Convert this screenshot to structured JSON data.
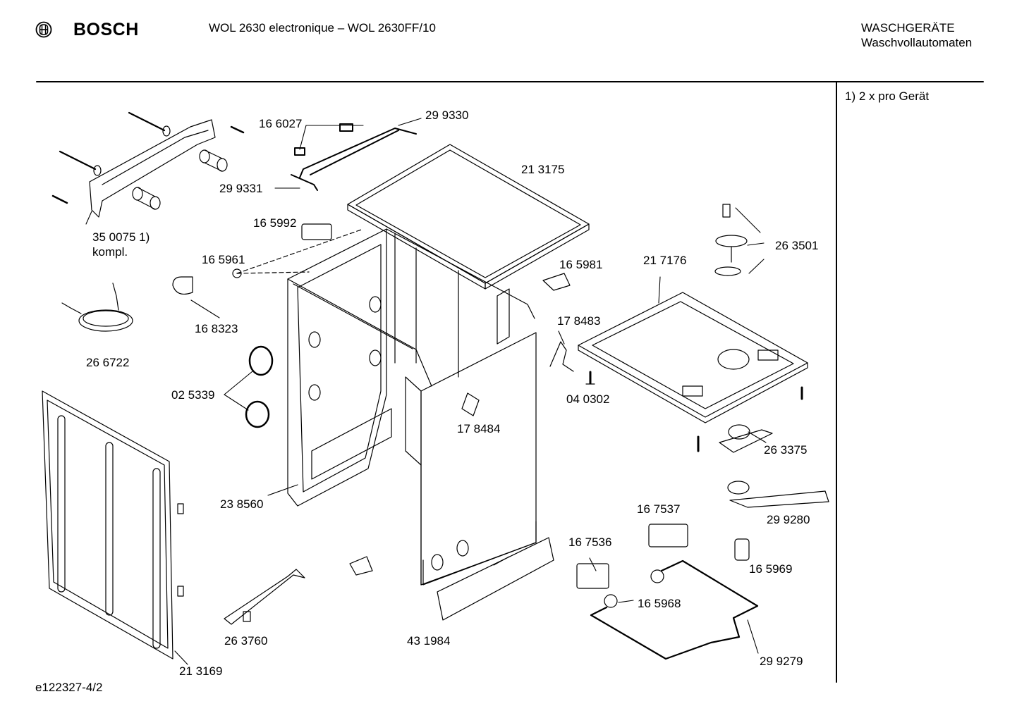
{
  "header": {
    "brand": "BOSCH",
    "model": "WOL 2630 electronique – WOL 2630FF/10",
    "category": "WASCHGERÄTE",
    "subcategory": "Waschvollautomaten"
  },
  "side_note": "1) 2 x pro Gerät",
  "footer": {
    "document_id": "e122327-4/2"
  },
  "parts": [
    {
      "key": "p350075",
      "label": "35 0075 1)"
    },
    {
      "key": "p350075b",
      "label": "kompl."
    },
    {
      "key": "p166027",
      "label": "16 6027"
    },
    {
      "key": "p299330",
      "label": "29 9330"
    },
    {
      "key": "p299331",
      "label": "29 9331"
    },
    {
      "key": "p213175",
      "label": "21 3175"
    },
    {
      "key": "p165992",
      "label": "16 5992"
    },
    {
      "key": "p165961",
      "label": "16 5961"
    },
    {
      "key": "p168323",
      "label": "16 8323"
    },
    {
      "key": "p266722",
      "label": "26 6722"
    },
    {
      "key": "p025339",
      "label": "02 5339"
    },
    {
      "key": "p165981",
      "label": "16 5981"
    },
    {
      "key": "p217176",
      "label": "21 7176"
    },
    {
      "key": "p263501",
      "label": "26 3501"
    },
    {
      "key": "p178483",
      "label": "17 8483"
    },
    {
      "key": "p040302",
      "label": "04 0302"
    },
    {
      "key": "p178484",
      "label": "17 8484"
    },
    {
      "key": "p263375",
      "label": "26 3375"
    },
    {
      "key": "p238560",
      "label": "23 8560"
    },
    {
      "key": "p167537",
      "label": "16 7537"
    },
    {
      "key": "p299280",
      "label": "29 9280"
    },
    {
      "key": "p167536",
      "label": "16 7536"
    },
    {
      "key": "p165969",
      "label": "16 5969"
    },
    {
      "key": "p165968",
      "label": "16 5968"
    },
    {
      "key": "p263760",
      "label": "26 3760"
    },
    {
      "key": "p431984",
      "label": "43 1984"
    },
    {
      "key": "p299279",
      "label": "29 9279"
    },
    {
      "key": "p213169",
      "label": "21 3169"
    }
  ]
}
